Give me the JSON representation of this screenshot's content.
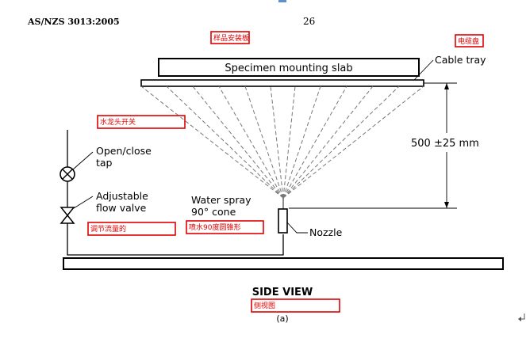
{
  "header": {
    "standard": "AS/NZS 3013:2005",
    "page_number": "26"
  },
  "labels": {
    "specimen_slab": "Specimen mounting slab",
    "cable_tray": "Cable tray",
    "dimension": "500 ±25 mm",
    "open_close_tap_line1": "Open/close",
    "open_close_tap_line2": "tap",
    "flow_valve_line1": "Adjustable",
    "flow_valve_line2": "flow valve",
    "water_spray_line1": "Water spray",
    "water_spray_line2": "90° cone",
    "nozzle": "Nozzle",
    "view_title": "SIDE VIEW",
    "caption": "(a)"
  },
  "annotations": {
    "slab_cn": "样品安装板",
    "tray_cn": "电缆盘",
    "tap_cn": "水龙头开关",
    "valve_cn": "调节流量的",
    "spray_cn": "喷水90度圆锥形",
    "view_cn": "侧视图"
  },
  "colors": {
    "annotation": "#e00000",
    "spray_lines": "#777777"
  },
  "icons": {
    "tap": "circle-x-valve-icon",
    "valve": "bowtie-valve-icon",
    "return_mark": "return-arrow-icon"
  }
}
